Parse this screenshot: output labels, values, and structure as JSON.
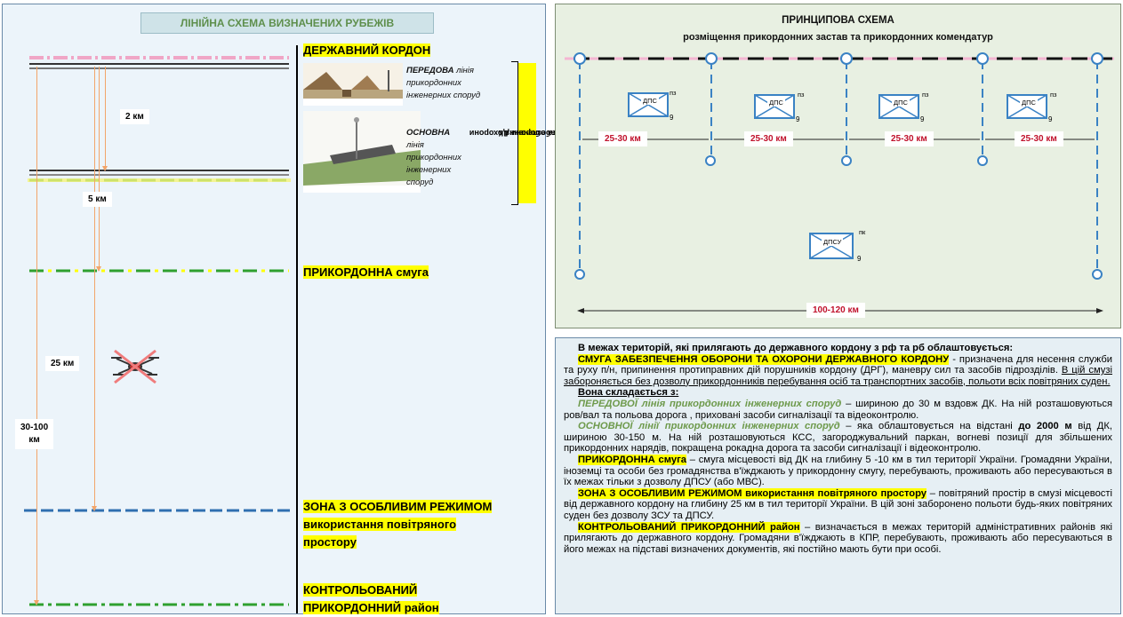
{
  "left": {
    "title": "ЛІНІЙНА СХЕМА ВИЗНАЧЕНИХ РУБЕЖІВ",
    "distances": {
      "d2": "2 км",
      "d5": "5 км",
      "d25": "25 км",
      "d30_100_line1": "30-100",
      "d30_100_line2": "км"
    },
    "zones": {
      "border": "ДЕРЖАВНИЙ КОРДОН",
      "strip": "ПРИКОРДОННА смуга",
      "air_zone_line1": "ЗОНА З ОСОБЛИВИМ РЕЖИМОМ",
      "air_zone_line2": "використання повітряного",
      "air_zone_line3": "простору",
      "controlled_line1": "КОНТРОЛЬОВАНИЙ",
      "controlled_line2": "ПРИКОРДОННИЙ район"
    },
    "engineering": {
      "front_title": "ПЕРЕДОВА",
      "front_rest1": "лінія",
      "front_rest2": "прикордонних",
      "front_rest3": "інженерних споруд",
      "main_title": "ОСНОВНА",
      "main_rest1": "лінія",
      "main_rest2": "прикордонних",
      "main_rest3": "інженерних",
      "main_rest4": "споруд",
      "side_label_line1": "Смуга забезпечення охорони",
      "side_label_line2": "та оборони ДК"
    }
  },
  "scheme": {
    "title": "ПРИНЦИПОВА СХЕМА",
    "subtitle": "розміщення прикордонних застав та прикордонних комендатур",
    "segment_label": "25-30 км",
    "total_label": "100-120 км",
    "unit_label": "ДПС",
    "unit_tag": "пз",
    "hq_label": "ДПСУ",
    "hq_tag": "пк",
    "size_mark": "9"
  },
  "text": {
    "p1_a": "В межах територій, які прилягають до державного кордону з рф та рб облаштовується:",
    "p2_hl": "СМУГА ЗАБЕЗПЕЧЕННЯ ОБОРОНИ ТА ОХОРОНИ ДЕРЖАВНОГО КОРДОНУ",
    "p2_rest": " - призначена для несення служби та руху п/н, припинення протиправних дій порушників кордону (ДРГ), маневру сил та засобів підрозділів. ",
    "p2_und": "В цій смузі забороняється без дозволу прикордонників перебування осіб та транспортних засобів, польоти всіх повітряних суден.",
    "p3": "Вона складається з:",
    "p4_grn": "ПЕРЕДОВОЇ лінія прикордонних інженерних споруд",
    "p4_rest": " – шириною до 30 м вздовж ДК. На ній розташовуються ров/вал та польова дорога , приховані засоби сигналізації та відеоконтролю.",
    "p5_grn": "ОСНОВНОЇ лінії прикордонних інженерних споруд",
    "p5_rest_a": " – яка облаштовується на відстані ",
    "p5_bold": "до 2000 м",
    "p5_rest_b": " від ДК, шириною 30-150 м. На ній розташовуються КСС, загороджувальний паркан, вогневі позиції для збільшених прикордонних нарядів, покращена рокадна дорога та засоби сигналізації і відеоконтролю.",
    "p6_hl": "ПРИКОРДОННА смуга",
    "p6_rest": " – смуга місцевості від ДК на глибину 5 -10 км в тил території України. Громадяни України, іноземці та особи без громадянства в'їжджають у прикордонну смугу, перебувають, проживають або пересуваються в їх межах тільки з дозволу ДПСУ (або МВС).",
    "p7_hl": "ЗОНА З ОСОБЛИВИМ РЕЖИМОМ використання повітряного простору",
    "p7_rest": " – повітряний простір в смузі місцевості від державного кордону на глибину 25 км в тил території України. В цій зоні заборонено польоти будь-яких повітряних суден без дозволу ЗСУ та ДПСУ.",
    "p8_hl": "КОНТРОЛЬОВАНИЙ ПРИКОРДОННИЙ район",
    "p8_rest": " – визначається в межах територій адміністративних районів які прилягають до державного кордону. Громадяни в'їжджають в КПР, перебувають, проживають або пересуваються в його межах на підставі визначених документів, які постійно мають бути при особі."
  },
  "colors": {
    "highlight": "#ffff00",
    "border_pink": "#f0a6c6",
    "dash_green": "#2fa02f",
    "dash_blue": "#2f6fb0",
    "arrow": "#f2a56a",
    "scheme_blue": "#3a82c4",
    "distance_red": "#c0112b"
  }
}
